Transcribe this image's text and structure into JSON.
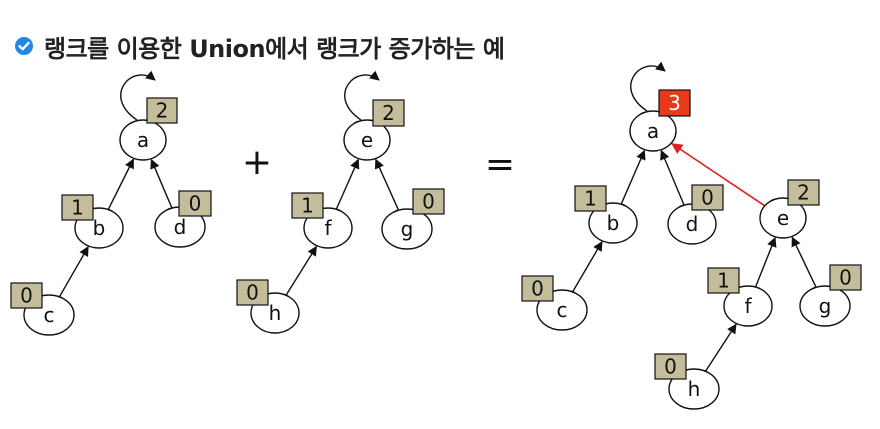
{
  "title": "랭크를 이용한 Union에서 랭크가 증가하는 예",
  "colors": {
    "accent": "#1e88e5",
    "rank_box": "#c3bd9c",
    "rank_box_highlight": "#e8391a",
    "union_edge": "#e02020",
    "edge": "#111111"
  },
  "icons": {
    "title_bullet": "check-circle-icon"
  },
  "operators": {
    "plus": "+",
    "equals": "="
  },
  "trees": [
    {
      "name": "tree-a",
      "nodes": [
        {
          "id": "a",
          "label": "a",
          "rank": "2",
          "root": true
        },
        {
          "id": "b",
          "label": "b",
          "rank": "1",
          "parent": "a"
        },
        {
          "id": "d",
          "label": "d",
          "rank": "0",
          "parent": "a"
        },
        {
          "id": "c",
          "label": "c",
          "rank": "0",
          "parent": "b"
        }
      ]
    },
    {
      "name": "tree-e",
      "nodes": [
        {
          "id": "e",
          "label": "e",
          "rank": "2",
          "root": true
        },
        {
          "id": "f",
          "label": "f",
          "rank": "1",
          "parent": "e"
        },
        {
          "id": "g",
          "label": "g",
          "rank": "0",
          "parent": "e"
        },
        {
          "id": "h",
          "label": "h",
          "rank": "0",
          "parent": "f"
        }
      ]
    },
    {
      "name": "tree-result",
      "nodes": [
        {
          "id": "a",
          "label": "a",
          "rank": "3",
          "root": true,
          "highlight": true
        },
        {
          "id": "b",
          "label": "b",
          "rank": "1",
          "parent": "a"
        },
        {
          "id": "d",
          "label": "d",
          "rank": "0",
          "parent": "a"
        },
        {
          "id": "c",
          "label": "c",
          "rank": "0",
          "parent": "b"
        },
        {
          "id": "e",
          "label": "e",
          "rank": "2",
          "parent": "a",
          "union": true
        },
        {
          "id": "f",
          "label": "f",
          "rank": "1",
          "parent": "e"
        },
        {
          "id": "g",
          "label": "g",
          "rank": "0",
          "parent": "e"
        },
        {
          "id": "h",
          "label": "h",
          "rank": "0",
          "parent": "f"
        }
      ]
    }
  ]
}
